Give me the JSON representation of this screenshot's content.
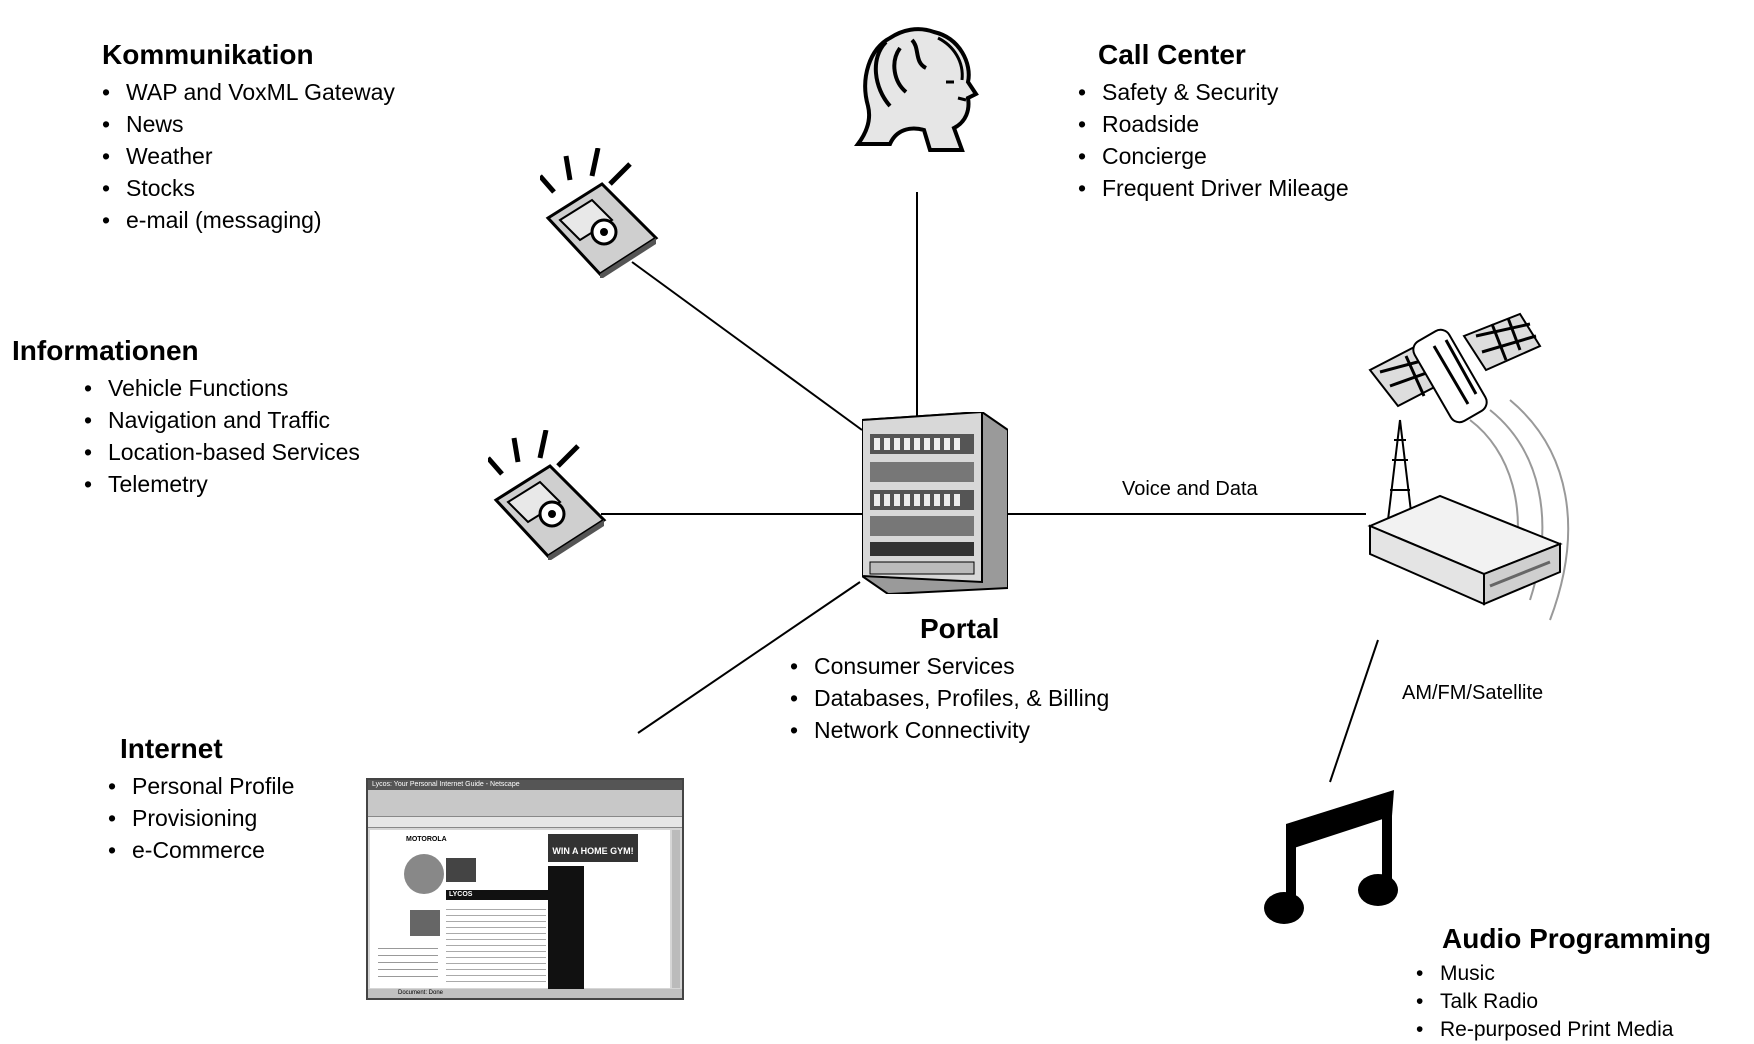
{
  "nodes": {
    "kommunikation": {
      "title": "Kommunikation",
      "items": [
        "WAP and VoxML Gateway",
        "News",
        "Weather",
        "Stocks",
        "e-mail (messaging)"
      ]
    },
    "call_center": {
      "title": "Call Center",
      "items": [
        "Safety & Security",
        "Roadside",
        "Concierge",
        "Frequent Driver Mileage"
      ]
    },
    "informationen": {
      "title": "Informationen",
      "items": [
        "Vehicle Functions",
        "Navigation and Traffic",
        "Location-based Services",
        "Telemetry"
      ]
    },
    "portal": {
      "title": "Portal",
      "items": [
        "Consumer Services",
        "Databases, Profiles, & Billing",
        "Network Connectivity"
      ]
    },
    "internet": {
      "title": "Internet",
      "items": [
        "Personal Profile",
        "Provisioning",
        "e-Commerce"
      ]
    },
    "audio": {
      "title": "Audio Programming",
      "items": [
        "Music",
        "Talk Radio",
        "Re-purposed Print Media"
      ]
    }
  },
  "edge_labels": {
    "voice_data": "Voice and Data",
    "am_fm": "AM/FM/Satellite"
  },
  "browser_screenshot": {
    "window_title": "Lycos: Your Personal Internet Guide - Netscape",
    "promo": "WIN A HOME GYM!",
    "brand": "MOTOROLA",
    "portal_brand": "LYCOS",
    "status": "Document: Done"
  },
  "colors": {
    "line": "#000000",
    "text": "#000000"
  },
  "icons": [
    "woman-head-icon",
    "floppy-disk-icon",
    "server-rack-icon",
    "satellite-tower-icon",
    "music-note-icon",
    "browser-window-icon"
  ]
}
